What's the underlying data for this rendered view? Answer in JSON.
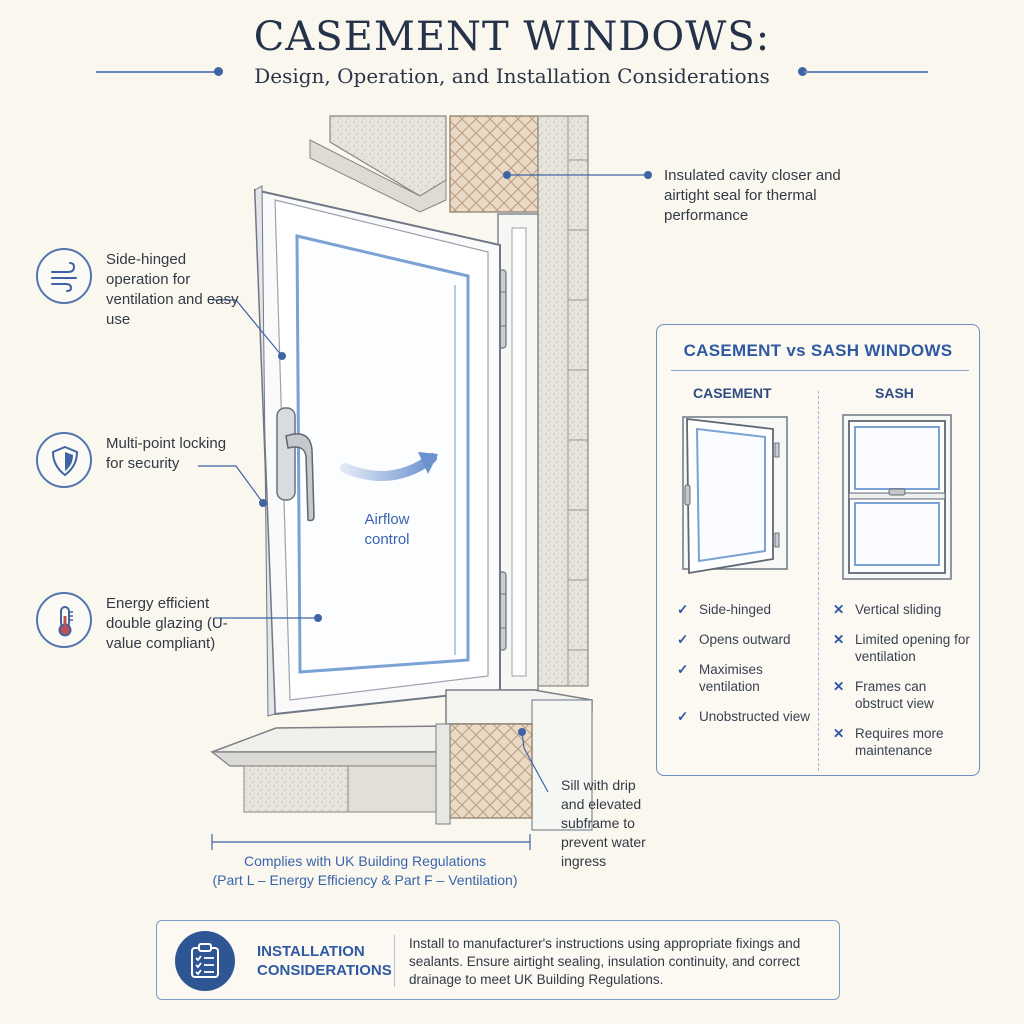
{
  "header": {
    "title": "CASEMENT WINDOWS:",
    "subtitle": "Design, Operation, and Installation Considerations"
  },
  "features": [
    {
      "icon": "airflow-icon",
      "text": "Side-hinged operation for ventilation and easy use"
    },
    {
      "icon": "shield-icon",
      "text": "Multi-point locking for security"
    },
    {
      "icon": "thermometer-icon",
      "text": "Energy efficient double glazing (U-value compliant)"
    }
  ],
  "callouts": {
    "cavity": "Insulated cavity closer and airtight seal for thermal performance",
    "sill": "Sill with drip and elevated subframe to prevent water ingress",
    "airflow": "Airflow control"
  },
  "compliance": {
    "line1": "Complies with UK Building Regulations",
    "line2": "(Part L – Energy Efficiency & Part F – Ventilation)"
  },
  "comparison": {
    "title": "CASEMENT vs SASH WINDOWS",
    "casement": {
      "heading": "CASEMENT",
      "points": [
        "Side-hinged",
        "Opens outward",
        "Maximises ventilation",
        "Unobstructed view"
      ]
    },
    "sash": {
      "heading": "SASH",
      "points": [
        "Vertical sliding",
        "Limited opening for ventilation",
        "Frames can obstruct view",
        "Requires more maintenance"
      ]
    }
  },
  "installation": {
    "label": "INSTALLATION CONSIDERATIONS",
    "icon": "clipboard-checklist-icon",
    "text": "Install to manufacturer's instructions using appropriate fixings and sealants. Ensure airtight sealing, insulation continuity, and correct drainage to meet UK Building Regulations."
  },
  "colors": {
    "accent": "#2f5aa3",
    "background": "#faf7ee",
    "glass": "#7aa2d4"
  }
}
